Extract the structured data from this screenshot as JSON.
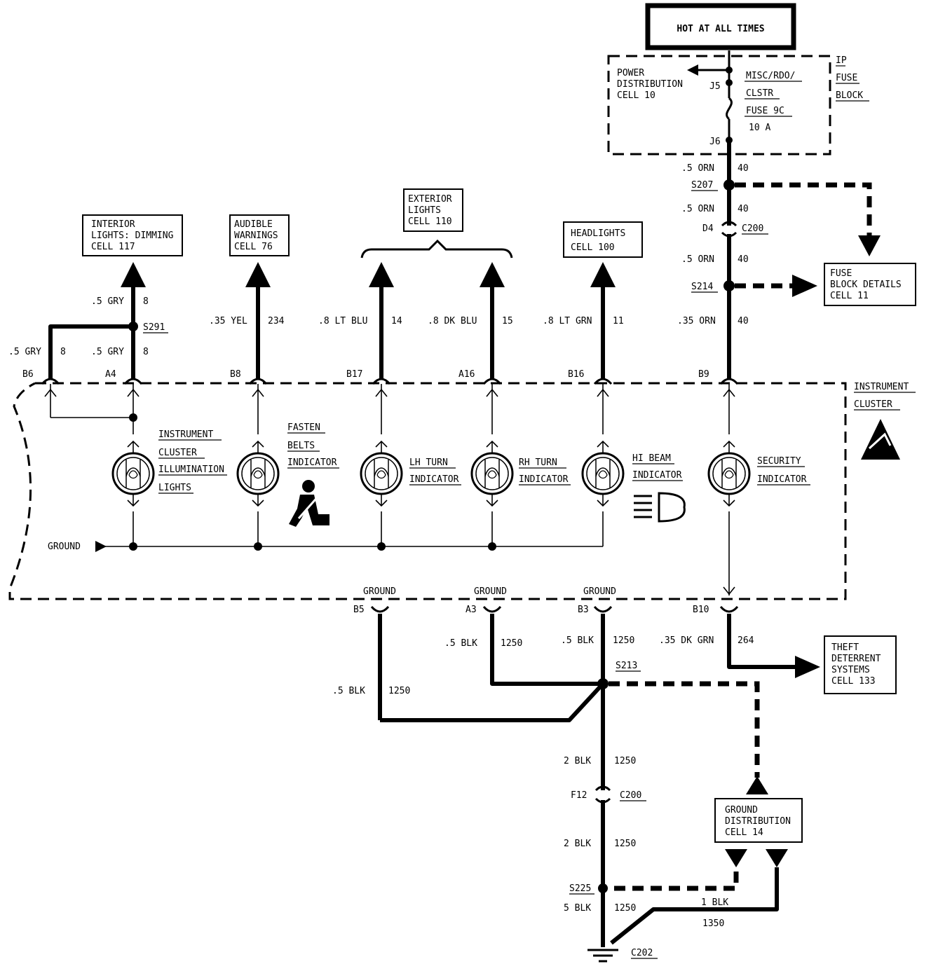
{
  "source": {
    "label": "HOT AT ALL TIMES",
    "fuse_block_name": [
      "IP",
      "FUSE",
      "BLOCK"
    ],
    "power_dist": [
      "POWER",
      "DISTRIBUTION",
      "CELL 10"
    ],
    "fuse_text": [
      "MISC/RDO/",
      "CLSTR",
      "FUSE 9C",
      "10 A"
    ],
    "j5": "J5",
    "j6": "J6"
  },
  "refs": {
    "interior": [
      "INTERIOR",
      "LIGHTS: DIMMING",
      "CELL 117"
    ],
    "audible": [
      "AUDIBLE",
      "WARNINGS",
      "CELL 76"
    ],
    "exterior": [
      "EXTERIOR",
      "LIGHTS",
      "CELL 110"
    ],
    "headlights": [
      "HEADLIGHTS",
      "CELL 100"
    ],
    "fuse_details": [
      "FUSE",
      "BLOCK DETAILS",
      "CELL 11"
    ],
    "theft": [
      "THEFT",
      "DETERRENT",
      "SYSTEMS",
      "CELL 133"
    ],
    "ground_dist": [
      "GROUND",
      "DISTRIBUTION",
      "CELL 14"
    ]
  },
  "splices": {
    "s207": "S207",
    "s214": "S214",
    "s291": "S291",
    "s213": "S213",
    "s225": "S225",
    "c202": "C202"
  },
  "connectors": {
    "d4": "D4",
    "c200a": "C200",
    "f12": "F12",
    "c200b": "C200"
  },
  "wires": {
    "w1": ".5 ORN",
    "w1n": "40",
    "w2": ".5 ORN",
    "w2n": "40",
    "w3": ".5 ORN",
    "w3n": "40",
    "w4": ".35 ORN",
    "w4n": "40",
    "gry_top": ".5 GRY",
    "gry_top_n": "8",
    "gry_b6": ".5 GRY",
    "gry_b6_n": "8",
    "gry_a4": ".5 GRY",
    "gry_a4_n": "8",
    "yel": ".35 YEL",
    "yel_n": "234",
    "ltblu": ".8 LT BLU",
    "ltblu_n": "14",
    "dkblu": ".8 DK BLU",
    "dkblu_n": "15",
    "ltgrn": ".8 LT GRN",
    "ltgrn_n": "11",
    "a3": ".5 BLK",
    "a3_n": "1250",
    "b3": ".5 BLK",
    "b3_n": "1250",
    "b5": ".5 BLK",
    "b5_n": "1250",
    "dkgrn": ".35 DK GRN",
    "dkgrn_n": "264",
    "blk2a": "2 BLK",
    "blk2a_n": "1250",
    "blk2b": "2 BLK",
    "blk2b_n": "1250",
    "blk5": "5 BLK",
    "blk5_n": "1250",
    "blk1": "1 BLK",
    "blk1_n": "1350"
  },
  "pins": {
    "b6": "B6",
    "a4": "A4",
    "b8": "B8",
    "b17": "B17",
    "a16": "A16",
    "b16": "B16",
    "b9": "B9",
    "b5": "B5",
    "a3": "A3",
    "b3": "B3",
    "b10": "B10"
  },
  "cluster": {
    "name": [
      "INSTRUMENT",
      "CLUSTER"
    ],
    "ground": "GROUND",
    "gnd_b5": "GROUND",
    "gnd_a3": "GROUND",
    "gnd_b3": "GROUND",
    "lamps": {
      "illum": [
        "INSTRUMENT",
        "CLUSTER",
        "ILLUMINATION",
        "LIGHTS"
      ],
      "fasten": [
        "FASTEN",
        "BELTS",
        "INDICATOR"
      ],
      "lh": [
        "LH TURN",
        "INDICATOR"
      ],
      "rh": [
        "RH TURN",
        "INDICATOR"
      ],
      "hibeam": [
        "HI BEAM",
        "INDICATOR"
      ],
      "security": [
        "SECURITY",
        "INDICATOR"
      ]
    }
  }
}
